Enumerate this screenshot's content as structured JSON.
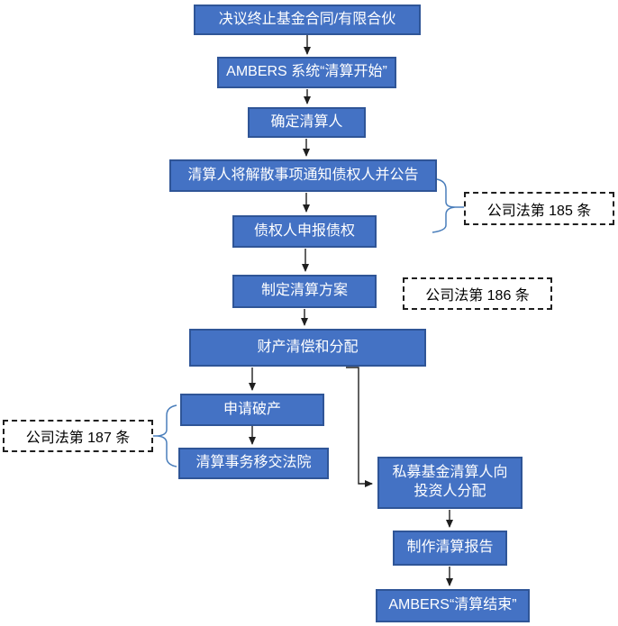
{
  "diagram": {
    "title_implicit": "私募基金清算流程图",
    "type": "flowchart"
  },
  "nodes": [
    {
      "id": "n1",
      "label": "决议终止基金合同/有限合伙"
    },
    {
      "id": "n2",
      "label": "AMBERS 系统“清算开始”"
    },
    {
      "id": "n3",
      "label": "确定清算人"
    },
    {
      "id": "n4",
      "label": "清算人将解散事项通知债权人并公告"
    },
    {
      "id": "n5",
      "label": "债权人申报债权"
    },
    {
      "id": "n6",
      "label": "制定清算方案"
    },
    {
      "id": "n7",
      "label": "财产清偿和分配"
    },
    {
      "id": "n8",
      "label": "申请破产"
    },
    {
      "id": "n9",
      "label": "清算事务移交法院"
    },
    {
      "id": "n10",
      "label": "私募基金清算人向\n投资人分配"
    },
    {
      "id": "n11",
      "label": "制作清算报告"
    },
    {
      "id": "n12",
      "label": "AMBERS“清算结束”"
    }
  ],
  "annotations": [
    {
      "id": "law185",
      "label": "公司法第 185 条"
    },
    {
      "id": "law186",
      "label": "公司法第 186 条"
    },
    {
      "id": "law187",
      "label": "公司法第 187 条"
    }
  ],
  "colors": {
    "node_fill": "#4472C4",
    "node_border": "#2F5597",
    "node_text": "#FFFFFF",
    "connector": "#1F1F1F",
    "brace": "#4A7EBB",
    "annotation_border": "#1F1F1F",
    "annotation_text": "#000000",
    "background": "#FFFFFF"
  }
}
